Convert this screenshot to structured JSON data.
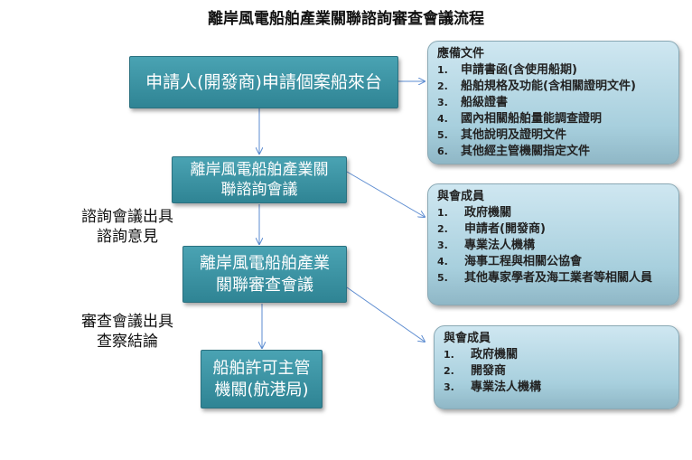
{
  "title": "離岸風電船舶產業關聯諮詢審查會議流程",
  "flow": [
    {
      "label": "申請人(開發商)申請個案船來台"
    },
    {
      "label": "離岸風電船舶產業關聯諮詢會議"
    },
    {
      "label": "離岸風電船舶產業關聯審查會議"
    },
    {
      "label": "船舶許可主管機關(航港局)"
    }
  ],
  "notes": [
    {
      "line1": "諮詢會議出具",
      "line2": "諮詢意見"
    },
    {
      "line1": "審查會議出具",
      "line2": "查察結論"
    }
  ],
  "panels": [
    {
      "heading": "應備文件",
      "items": [
        {
          "n": "1.",
          "t": "申請書函(含使用船期)"
        },
        {
          "n": "2.",
          "t": "船舶規格及功能(含相關證明文件)"
        },
        {
          "n": "3.",
          "t": "船級證書"
        },
        {
          "n": "4.",
          "t": "國內相關船舶量能調查證明"
        },
        {
          "n": "5.",
          "t": "其他說明及證明文件"
        },
        {
          "n": "6.",
          "t": "其他經主管機關指定文件"
        }
      ]
    },
    {
      "heading": "與會成員",
      "items": [
        {
          "n": "1.",
          "t": "政府機關"
        },
        {
          "n": "2.",
          "t": "申請者(開發商)"
        },
        {
          "n": "3.",
          "t": "專業法人機構"
        },
        {
          "n": "4.",
          "t": "海事工程與相關公協會"
        },
        {
          "n": "5.",
          "t": "其他專家學者及海工業者等相關人員"
        }
      ]
    },
    {
      "heading": "與會成員",
      "items": [
        {
          "n": "1.",
          "t": "政府機關"
        },
        {
          "n": "2.",
          "t": "開發商"
        },
        {
          "n": "3.",
          "t": "專業法人機構"
        }
      ]
    }
  ]
}
